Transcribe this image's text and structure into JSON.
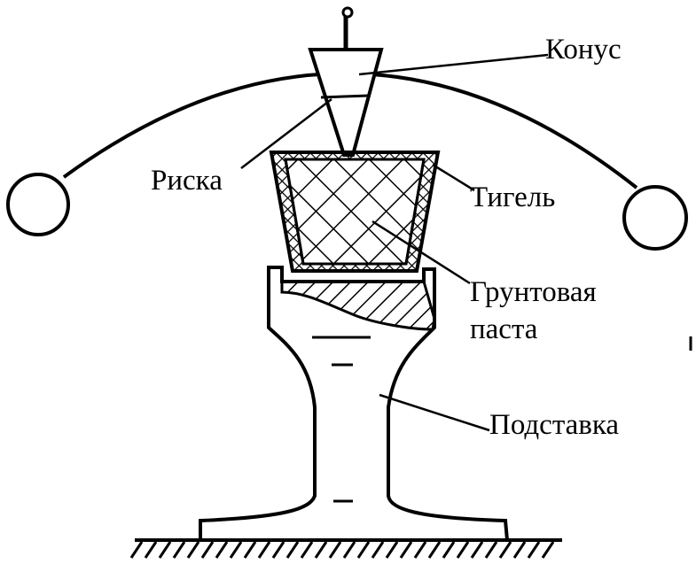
{
  "labels": {
    "cone": "Конус",
    "mark": "Риска",
    "crucible": "Тигель",
    "paste_line1": "Грунтовая",
    "paste_line2": "паста",
    "stand": "Подставка"
  },
  "colors": {
    "ink": "#000000",
    "paper": "#ffffff"
  }
}
